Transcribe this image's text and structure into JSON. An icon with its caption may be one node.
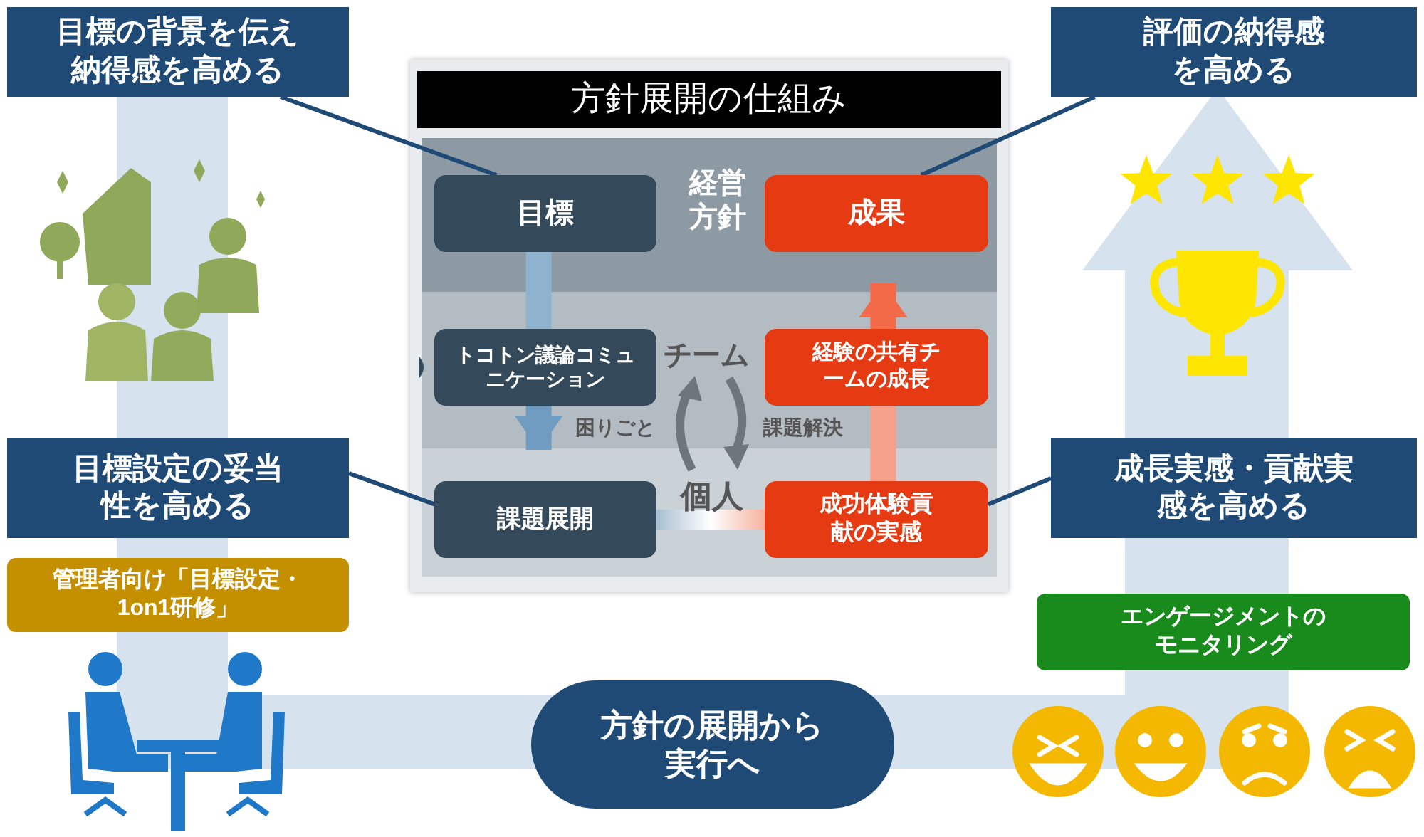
{
  "diagram": {
    "nodes": [
      {
        "text": [
          "目標の背景を伝え納得感を高める"
        ]
      },
      {
        "text": [
          "評価の納得感を高める"
        ]
      },
      {
        "text": [
          "方針展開の仕組み"
        ]
      },
      {
        "text": [
          "目標"
        ],
        "in": 2
      },
      {
        "text": [
          "成果"
        ],
        "in": 2
      },
      {
        "text": [
          "トコトン議論コミュニケーション"
        ],
        "in": 2
      },
      {
        "text": [
          "経験の共有チームの成長"
        ],
        "in": 2
      },
      {
        "text": [
          "課題展開"
        ],
        "in": 2
      },
      {
        "text": [
          "成功体験貢献の実感"
        ],
        "in": 2
      },
      {
        "text": [
          "目標設定の妥当性を高める"
        ]
      },
      {
        "text": [
          "成長実感・貢献実感を高める"
        ]
      },
      {
        "text": [
          "管理者向け「目標設定・1on1研修」"
        ]
      },
      {
        "text": [
          "エンゲージメントのモニタリング"
        ]
      },
      {
        "text": [
          "方針の展開から実行へ"
        ]
      }
    ],
    "edges": [
      {
        "from": 0,
        "to": 3,
        "arrow": "none"
      },
      {
        "from": 1,
        "to": 4,
        "arrow": "none"
      },
      {
        "from": 3,
        "to": 5,
        "arrow": "none",
        "style": "thick",
        "color": "#8fb3cf"
      },
      {
        "from": 5,
        "to": 7,
        "arrow": "to",
        "style": "thick",
        "color": "#6f9cc0"
      },
      {
        "from": 8,
        "to": 6,
        "arrow": "none",
        "style": "thick",
        "color": "#f4a08a"
      },
      {
        "from": 6,
        "to": 4,
        "arrow": "to",
        "style": "thick",
        "color": "#f26a48"
      },
      {
        "from": 9,
        "to": 7,
        "arrow": "none"
      },
      {
        "from": 10,
        "to": 8,
        "arrow": "none"
      }
    ],
    "labels": [
      "経営方針",
      "チーム",
      "困りごと",
      "課題解決",
      "個人"
    ]
  }
}
